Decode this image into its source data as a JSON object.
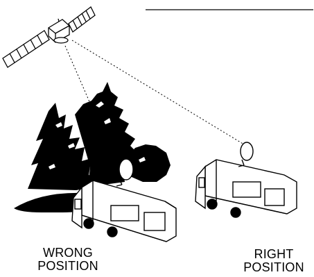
{
  "captions": {
    "wrong": {
      "line1": "WRONG",
      "line2": "POSITION"
    },
    "right": {
      "line1": "RIGHT",
      "line2": "POSITION"
    }
  },
  "colors": {
    "ink": "#000000",
    "paper": "#ffffff"
  },
  "icons": [
    "satellite-icon",
    "tree-icon",
    "rv-icon",
    "satellite-dish-icon"
  ]
}
